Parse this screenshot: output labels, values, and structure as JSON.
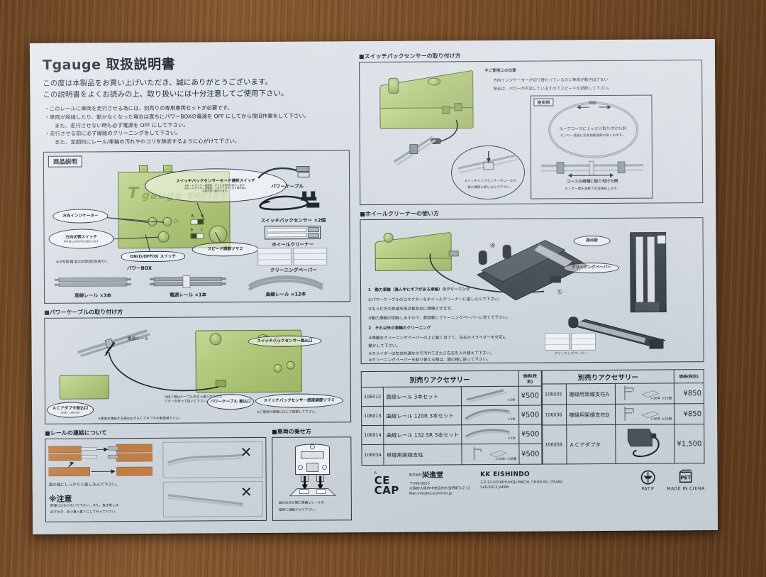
{
  "document": {
    "title": "Tgauge 取扱説明書",
    "lead": [
      "この度は本製品をお買い上げいただき、誠にありがとうございます。",
      "この説明書をよくお読みの上、取り扱いには十分注意してご使用下さい。"
    ],
    "bullets": [
      "・このレールに車両を走行させる為には、別売りの専用車両セットが必要です。",
      "・車両が脱線したり、動かなくなった場合は直ちにパワーBOXの電源を OFF にしてから復旧作業をして下さい。",
      "　また、走行させない時も必ず電源を OFF にして下さい。",
      "・走行させる前に必ず線路のクリーニングをして下さい。",
      "　また、定期的にレール/車輪の汚れやホコリを除去するように心がけて下さい。"
    ]
  },
  "product_box": {
    "tag": "商品説明",
    "powerbox_label": "パワーBOX",
    "callouts": [
      {
        "title": "スイッチバックセンサーモード選択スイッチ",
        "lines": [
          "Aモード:センサー通過後、すぐに方向切り換りします。",
          "Bモード:センサー通過後、一旦ＳＴＯＰとなり数秒後に",
          "方向が切り替わります。"
        ]
      },
      {
        "title": "方向インジケーター",
        "lines": []
      },
      {
        "title": "方向切替スイッチ",
        "lines": [
          "押す度に方向が切り替わります"
        ]
      },
      {
        "title": "スピード調節ツマミ",
        "lines": []
      }
    ],
    "switch_label": "ON(I)/OFF(0) スイッチ",
    "battery_note": "※3号乾電池3本使用(別売り)",
    "ab_marks": [
      "A",
      "B",
      "0",
      "I"
    ],
    "brand_logo": "gauge series",
    "brand_sub": "T",
    "accessories": [
      {
        "name": "パワーケーブル"
      },
      {
        "name": "スイッチバックセンサー ×2個"
      },
      {
        "name": "ホイールクリーナー"
      },
      {
        "name": "クリーニングペーパー"
      }
    ],
    "rails": [
      {
        "name": "直線レール ×3本"
      },
      {
        "name": "電源レール ×1本"
      },
      {
        "name": "曲線レール ×12本"
      }
    ]
  },
  "power_cable_section": {
    "heading": "■パワーケーブルの取り付け方",
    "labels": [
      "電源レール",
      "スイッチバックセンサー差込口",
      "パワーケーブル 差込口",
      "スイッチバックセンサー感度調節ツマミ",
      "ＡＣアダプタ差込口"
    ],
    "acadapter_sub": "(別売 : 106058)",
    "notes": [
      "※抜く時はケーブルを引っ張らずにコネクターを持って抜いて下さい。",
      "※車両を増結する際は必ずＡＣアダプタを御使用下さい。",
      "※ご使用の環境に応じて調節して下さい。"
    ]
  },
  "rail_connect_section": {
    "heading": "■レールの連結について",
    "caption": "図の様にしっかりと差し込んで下さい。",
    "warn_title": "※注意",
    "warn_lines": [
      "無理にひねらないで下さい。また、抜き差しは",
      "必ず水平、且つ真っ直ぐにして行って下さい。"
    ],
    "bad_marks": [
      "✕",
      "✕"
    ]
  },
  "vehicle_section": {
    "heading": "■車両の乗せ方",
    "caption": [
      "図の矢印の様に車輪とレールを",
      "確実に接触させて下さい。"
    ]
  },
  "switchback_section": {
    "heading": "■スイッチバックセンサーの取り付け方",
    "note_title": "※ご使用上の注意",
    "note_lines": [
      "方向インジケーターが切り替わっているのに車両が動き出さない",
      "場合は、パワーが不足していますのでスピードを調節して下さい。"
    ],
    "example_tag": "使用例",
    "example_1": "ループコースに１ヶだけ取り付けた例",
    "example_1_sub": "センサー通過に反復自動運転が楽しめます。",
    "example_2": "コースの両端に取り付けた例",
    "example_2_sub": "センサー間を自動で反復運転します。",
    "inset_note": [
      "スイッチバックセンサーをレールの",
      "裏の溝部に差し込んで下さい。"
    ]
  },
  "wheel_cleaner_section": {
    "heading": "■ホイールクリーナーの使い方",
    "step1_title": "1　動力車輪（真ん中にギアがある車輪）のクリーニング",
    "step1_lines": [
      "①パワーケーブルのコネクターをホイールクリーナーに差し込んで下さい。",
      "②もう片方の先端を接点板左右に接触させます。",
      "③動力車輪が回転しますので、数回軽くクリーニングペーパーに当てて下さい。"
    ],
    "step2_title": "2　それ以外の車輪のクリーニング",
    "step2_lines": [
      "④車輪をクリーニングペーパーの上に軽く当てて、左右のスライダーを交互に",
      "動かして下さい。",
      "※スライダーは左右共通なので汚れてきたら左右を入れ替えて下さい。",
      "※クリーニングペーパーを貼り替える際は、図の様に貼って下さい。"
    ],
    "labels": [
      "接点板",
      "クリーニングペーパー",
      "クリーニングペーパー"
    ]
  },
  "accessory_table": {
    "header_left": "別売りアクセサリー",
    "header_left_price": "価格(税別)",
    "header_right": "別売りアクセサリー",
    "header_right_price": "価格(税別)",
    "left_rows": [
      {
        "code": "106012",
        "name": "直線レール 3本セット",
        "qty": "×3本",
        "price": "¥500"
      },
      {
        "code": "106013",
        "name": "曲線レール 120R 3本セット",
        "qty": "×3本",
        "price": "¥500"
      },
      {
        "code": "106014",
        "name": "曲線レール 132.5R 3本セット",
        "qty": "×3本",
        "price": "¥500"
      },
      {
        "code": "106034",
        "name": "単線用架線支柱",
        "qty": "×16本  ×16個",
        "price": "¥500"
      }
    ],
    "right_rows": [
      {
        "code": "106035",
        "name": "複線用架線支柱A",
        "qty": "×16本  ×32個",
        "price": "¥850"
      },
      {
        "code": "106036",
        "name": "複線用架線支柱B",
        "qty": "×16本  ×32個",
        "price": "¥850"
      },
      {
        "code": "106058",
        "name": "ＡＣアダプタ",
        "qty": "",
        "price": "¥1,500"
      }
    ]
  },
  "footer": {
    "logo_line1": "CE",
    "logo_line2": "CAP",
    "logo_a": "A",
    "company_jp_prefix": "株式会社",
    "company_jp": "栄進堂",
    "company_jp_addr": [
      "〒540-0013",
      "大阪府大阪市中央区内久宝寺町3-2-13",
      "Mail:info@ks-eishindo.jp"
    ],
    "company_en": "KK EISHINDO",
    "company_en_addr": [
      "3-2-13 UCHIKYUHOJI-MACHI, CHUO-KU, OSAKA",
      "540-0013 JAPAN"
    ],
    "mark_pat": "PAT.P",
    "mark_made": "MADE IN CHINA",
    "mark_pet": "PET"
  },
  "colors": {
    "paper": "#d5dbe2",
    "ink": "#17202b",
    "powerbox_green": "#b2c87c",
    "wood": "#7a4f28"
  }
}
